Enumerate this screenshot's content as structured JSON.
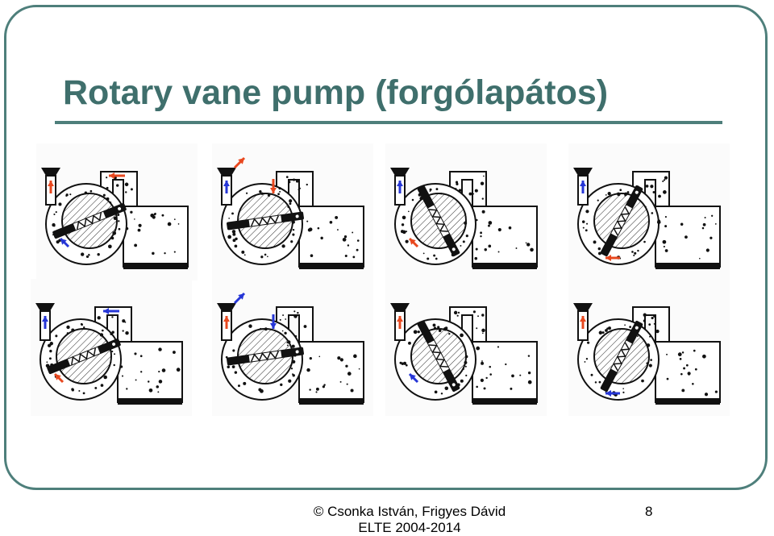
{
  "slide": {
    "title": "Rotary vane pump (forgólapátos)",
    "credit_line1": "© Csonka István, Frigyes Dávid",
    "credit_line2": "ELTE 2004-2014",
    "page_number": "8"
  },
  "colors": {
    "frame": "#4e7f7b",
    "title": "#3f6f6c",
    "arrow_red": "#e8481f",
    "arrow_blue": "#2636d6",
    "ink": "#111111"
  },
  "diagram": {
    "panels": [
      {
        "vane_angle": -22,
        "arrows": [
          "red-up",
          "red-left-top",
          "blue-diag"
        ]
      },
      {
        "vane_angle": -8,
        "arrows": [
          "red-diag-out",
          "red-down",
          "blue-up"
        ]
      },
      {
        "vane_angle": 62,
        "arrows": [
          "blue-up",
          "red-diag"
        ]
      },
      {
        "vane_angle": -62,
        "arrows": [
          "blue-up",
          "red-left-bottom"
        ]
      },
      {
        "vane_angle": -22,
        "arrows": [
          "blue-up",
          "blue-left-top",
          "red-diag"
        ]
      },
      {
        "vane_angle": -8,
        "arrows": [
          "blue-diag-out",
          "blue-down",
          "red-up"
        ]
      },
      {
        "vane_angle": 62,
        "arrows": [
          "red-up",
          "blue-diag"
        ]
      },
      {
        "vane_angle": -62,
        "arrows": [
          "red-up",
          "blue-left-bottom"
        ]
      }
    ]
  }
}
